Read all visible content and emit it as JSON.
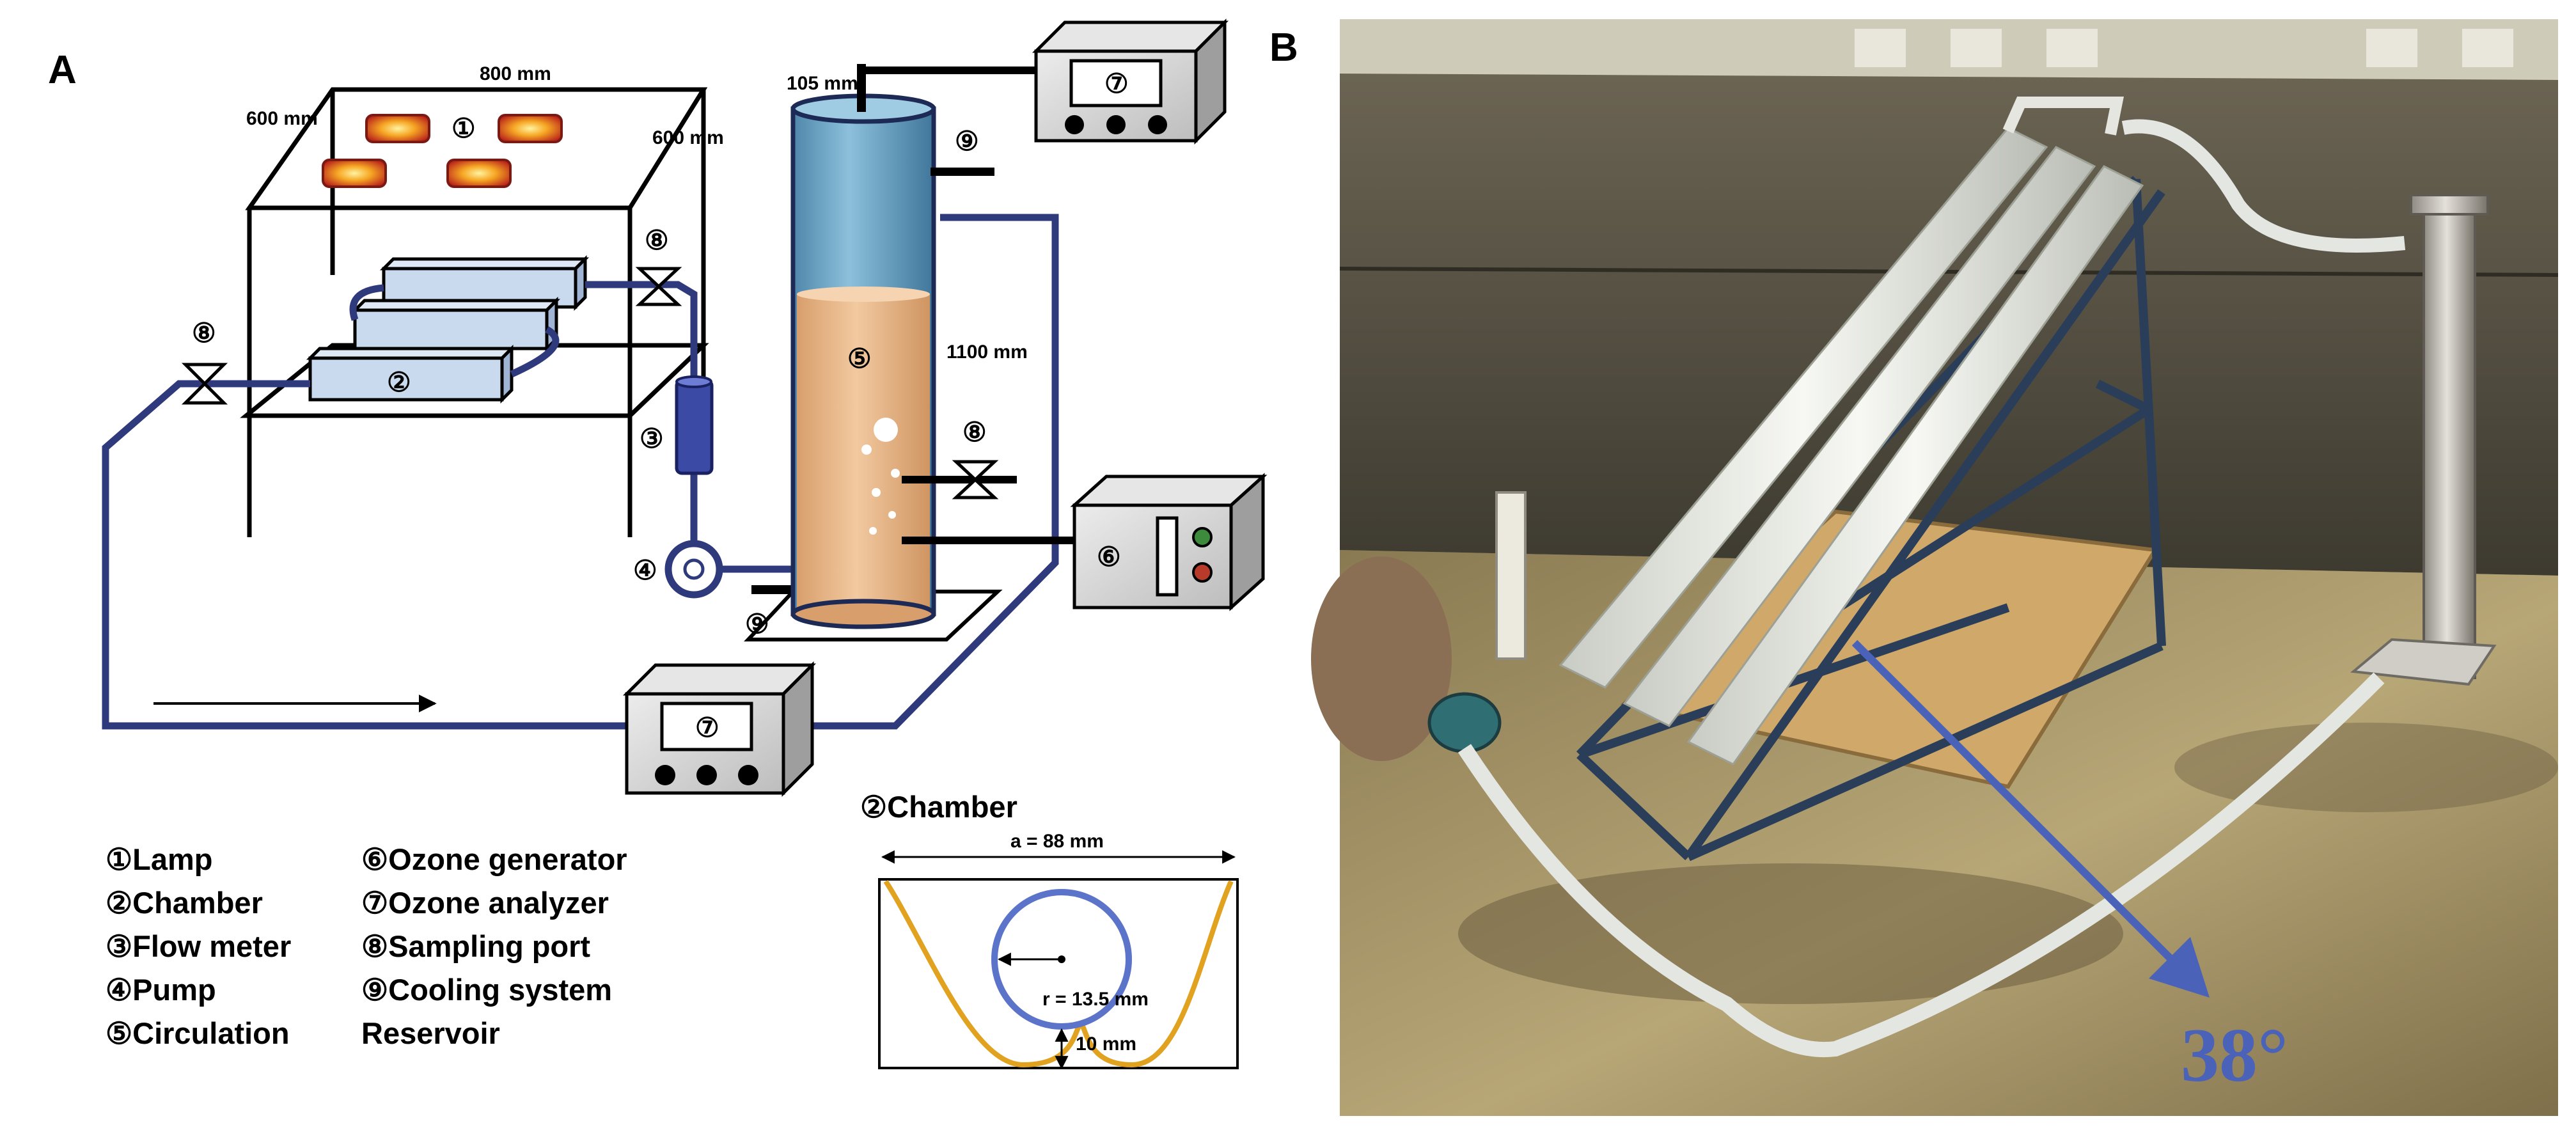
{
  "panel_a": {
    "label": "A",
    "dims": {
      "width_top": "800 mm",
      "depth_left": "600 mm",
      "height_right": "600 mm",
      "column_top": "105 mm",
      "column_height": "1100 mm"
    },
    "markers": {
      "lamp": "①",
      "chamber": "②",
      "flow_meter": "③",
      "pump": "④",
      "reservoir": "⑤",
      "ozone_generator": "⑥",
      "ozone_analyzer_top": "⑦",
      "ozone_analyzer_bottom": "⑦",
      "sampling_port_left": "⑧",
      "sampling_port_mid": "⑧",
      "sampling_port_column": "⑧",
      "cooling_top": "⑨",
      "cooling_bottom": "⑨"
    },
    "legend": [
      "①Lamp",
      "②Chamber",
      "③Flow meter",
      "④Pump",
      "⑤Circulation",
      "⑥Ozone generator",
      "⑦Ozone analyzer",
      "⑧Sampling port",
      "⑨Cooling system",
      "Reservoir"
    ],
    "chamber_detail": {
      "title": "②Chamber",
      "width_label": "a = 88 mm",
      "radius_label": "r = 13.5 mm",
      "gap_label": "10 mm"
    }
  },
  "panel_b": {
    "label": "B",
    "angle_label": "38°"
  },
  "colors": {
    "pipe": "#2e3a7c",
    "column_glass": "#6fa8c8",
    "column_liquid": "#e2b58a",
    "chamber": "#c9d9ee",
    "lamp_outer": "#c0392b",
    "lamp_inner": "#f6c342",
    "flow_meter": "#3a4aa5",
    "trough": "#e0a21f",
    "tube_circle": "#5b74c9",
    "photo_angle": "#4a63b8"
  }
}
